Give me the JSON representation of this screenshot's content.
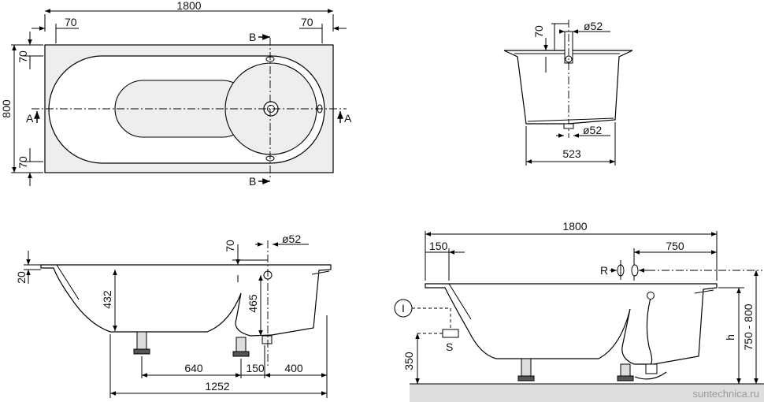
{
  "top_view": {
    "length": "1800",
    "width": "800",
    "rim_left": "70",
    "rim_right": "70",
    "rim_top": "70",
    "rim_bottom": "70",
    "section_b_top": "B",
    "section_b_bottom": "B",
    "section_a_left": "A",
    "section_a_right": "A"
  },
  "cross_section": {
    "rim": "70",
    "overflow_dia": "ø52",
    "drain_dia": "ø52",
    "bottom_width": "523"
  },
  "side_section": {
    "rim_thickness": "20",
    "rim": "70",
    "overflow_dia": "ø52",
    "depth": "432",
    "overflow_height": "465",
    "feet_spacing": "640",
    "feet_offset": "150",
    "drain_offset": "400",
    "inner_length": "1252"
  },
  "install_view": {
    "length": "1800",
    "left_offset": "150",
    "overflow_offset": "750",
    "label_r": "R",
    "label_i": "I",
    "label_s": "S",
    "label_h": "h",
    "height_range": "750 - 800",
    "siphon_height": "350"
  },
  "watermark": "suntechnica.ru"
}
